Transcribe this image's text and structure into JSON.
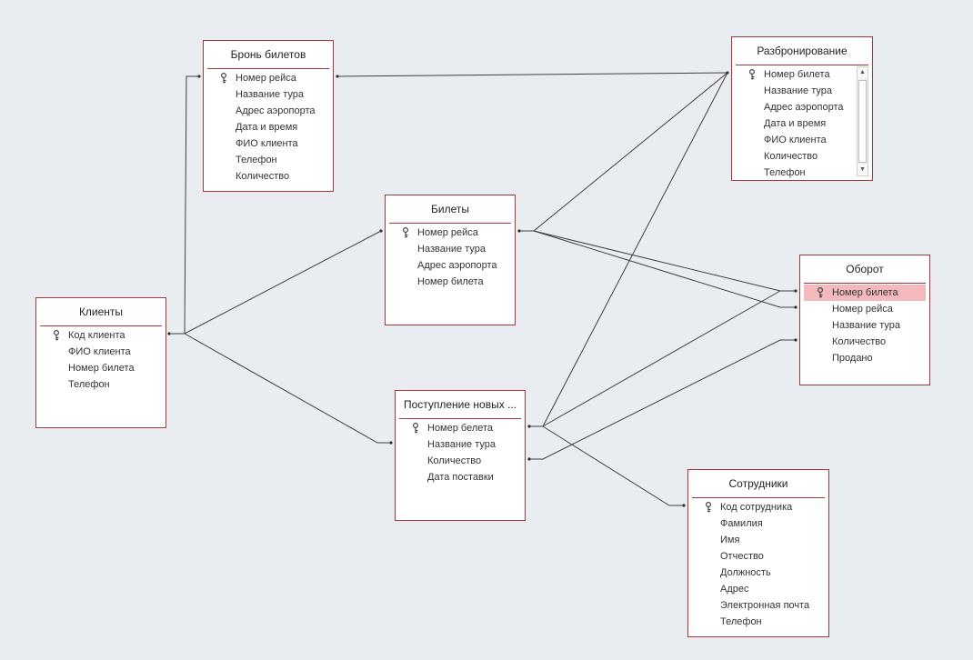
{
  "colors": {
    "background": "#e9ecf0",
    "table_border": "#a4373a",
    "selected_row": "#f4b9bc",
    "line": "#404040"
  },
  "tables": {
    "bron": {
      "title": "Бронь билетов",
      "fields": [
        {
          "name": "Номер рейса",
          "key": true
        },
        {
          "name": "Название тура"
        },
        {
          "name": "Адрес аэропорта"
        },
        {
          "name": "Дата и время"
        },
        {
          "name": "ФИО клиента"
        },
        {
          "name": "Телефон"
        },
        {
          "name": "Количество"
        }
      ]
    },
    "razbron": {
      "title": "Разбронирование",
      "has_scrollbar": true,
      "fields": [
        {
          "name": "Номер билета",
          "key": true
        },
        {
          "name": "Название тура"
        },
        {
          "name": "Адрес аэропорта"
        },
        {
          "name": "Дата и время"
        },
        {
          "name": "ФИО клиента"
        },
        {
          "name": "Количество"
        },
        {
          "name": "Телефон"
        }
      ]
    },
    "bilety": {
      "title": "Билеты",
      "fields": [
        {
          "name": "Номер рейса",
          "key": true
        },
        {
          "name": "Название тура"
        },
        {
          "name": "Адрес аэропорта"
        },
        {
          "name": "Номер билета"
        }
      ]
    },
    "klienty": {
      "title": "Клиенты",
      "fields": [
        {
          "name": "Код клиента",
          "key": true
        },
        {
          "name": "ФИО клиента"
        },
        {
          "name": "Номер билета"
        },
        {
          "name": "Телефон"
        }
      ]
    },
    "oborot": {
      "title": "Оборот",
      "fields": [
        {
          "name": "Номер билета",
          "key": true,
          "selected": true
        },
        {
          "name": "Номер рейса"
        },
        {
          "name": "Название тура"
        },
        {
          "name": "Количество"
        },
        {
          "name": "Продано"
        }
      ]
    },
    "postup": {
      "title": "Поступление новых ...",
      "fields": [
        {
          "name": "Номер белета",
          "key": true
        },
        {
          "name": "Название тура"
        },
        {
          "name": "Количество"
        },
        {
          "name": "Дата поставки"
        }
      ]
    },
    "sotr": {
      "title": "Сотрудники",
      "fields": [
        {
          "name": "Код сотрудника",
          "key": true
        },
        {
          "name": "Фамилия"
        },
        {
          "name": "Имя"
        },
        {
          "name": "Отчество"
        },
        {
          "name": "Должность"
        },
        {
          "name": "Адрес"
        },
        {
          "name": "Электронная почта"
        },
        {
          "name": "Телефон"
        }
      ]
    }
  }
}
